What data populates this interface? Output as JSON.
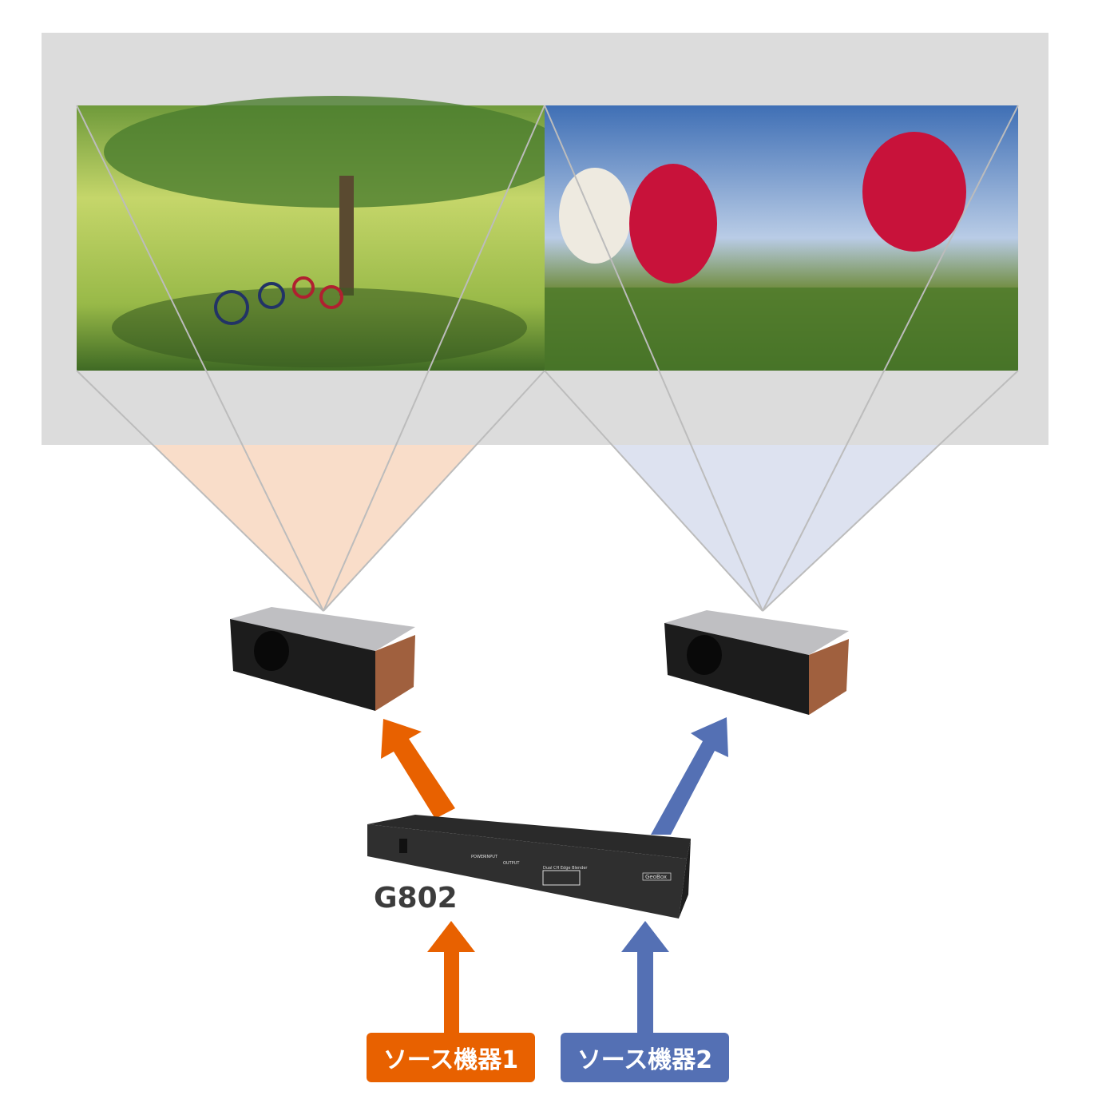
{
  "device": {
    "model": "G802",
    "brand": "GeoBox",
    "panel_title": "Dual CH Edge Blender",
    "power_label": "POWER",
    "input_label": "INPUT",
    "output_label": "OUTPUT"
  },
  "sources": [
    {
      "label": "ソース機器1",
      "color": "#e86100"
    },
    {
      "label": "ソース機器2",
      "color": "#5470b4"
    }
  ],
  "colors": {
    "screen": "#dcdcdc",
    "beam1": "#f9ddc9",
    "beam2": "#dde2f0"
  }
}
